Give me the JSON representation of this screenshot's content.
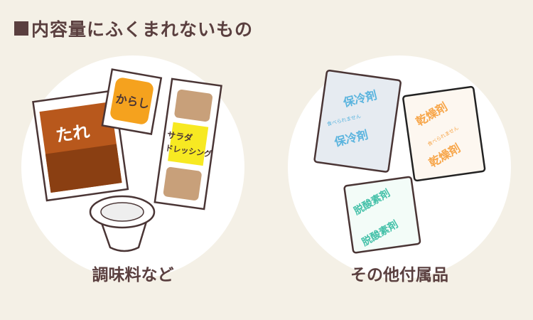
{
  "title": "内容量にふくまれないもの",
  "left": {
    "caption": "調味料など",
    "tare": "たれ",
    "karashi": "からし",
    "dressing_line1": "サラダ",
    "dressing_line2": "ドレッシング"
  },
  "right": {
    "caption": "その他付属品",
    "cold_pack": "保冷剤",
    "desiccant": "乾燥剤",
    "oxygen_absorber": "脱酸素剤",
    "not_edible": "食べられません"
  }
}
